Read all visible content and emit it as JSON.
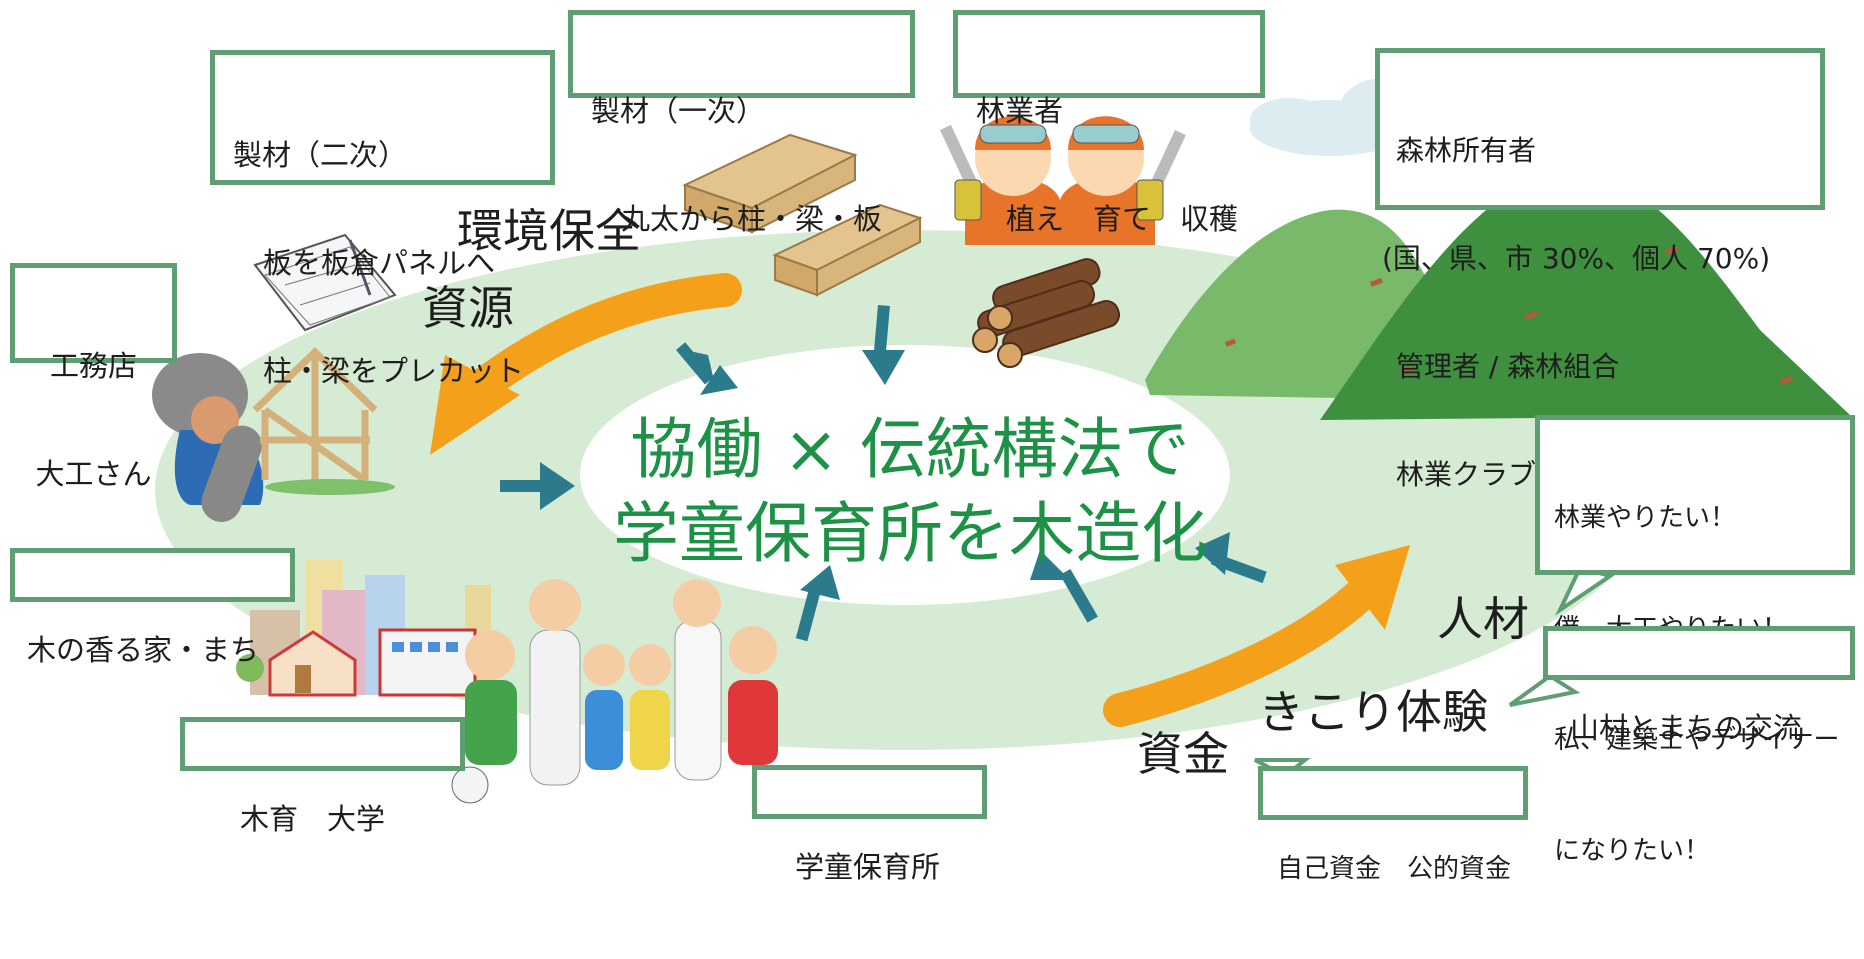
{
  "title": {
    "line1": "協働 × 伝統構法で",
    "line2": "学童保育所を木造化"
  },
  "boxes": {
    "seizai_niji": {
      "line1": "製材（二次）",
      "line2": "板を板倉パネルへ",
      "line3": "柱・梁をプレカット"
    },
    "seizai_ichiji": {
      "line1": "製材（一次）",
      "line2": "丸太から柱・梁・板"
    },
    "ringyosha": {
      "line1": "林業者",
      "line2": "植え　育て　収穫"
    },
    "shinrin_shoyusha": {
      "line1": "森林所有者",
      "line2": "(国、県、市 30%、個人 70%)",
      "line3": "管理者 / 森林組合",
      "line4": "林業クラブ,木の駅プロジェクト"
    },
    "komuten": {
      "line1": "工務店",
      "line2": "大工さん"
    },
    "kinokaoru": {
      "line1": "木の香る家・まち"
    },
    "mokuiku": {
      "line1": "木育　大学"
    },
    "gakudo": {
      "line1": "学童保育所"
    },
    "speech_children": {
      "line1": "林業やりたい！",
      "line2": "僕、大工やりたい！",
      "line3": "私、建築士やデザイナー",
      "line4": "になりたい！"
    },
    "sanson": {
      "line1": "山村とまちの交流"
    },
    "shikin_box": {
      "line1": "自己資金　公的資金"
    }
  },
  "labels": {
    "kankyo": "環境保全",
    "shigen": "資源",
    "jinzai": "人材",
    "kikori": "きこり体験",
    "shikin": "資金"
  },
  "colors": {
    "title_green": "#1d9146",
    "box_border": "#5e9e72",
    "ring": "#d6ebd3",
    "mountain_dark": "#3e8f3e",
    "mountain_light": "#78b96a",
    "arrow_orange": "#f5a01a",
    "arrow_teal": "#2b7b8c"
  },
  "icons": [
    "blueprint-icon",
    "lumber-icon",
    "logs-icon",
    "chainsaw-worker-icon",
    "carpenter-icon",
    "house-frame-icon",
    "city-buildings-icon",
    "family-group-icon",
    "mountain-icon",
    "cloud-icon"
  ]
}
